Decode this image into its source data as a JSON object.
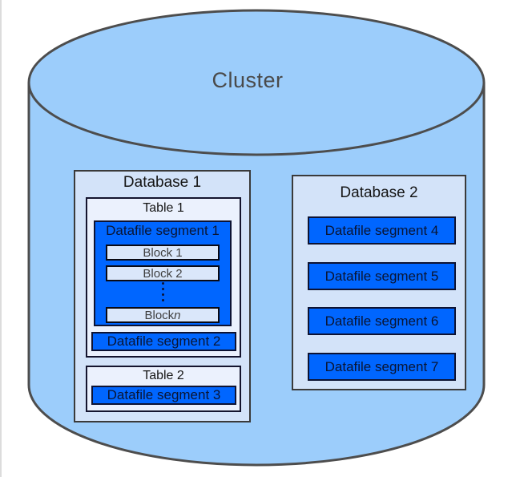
{
  "colors": {
    "canvas_bg": "#ffffff",
    "edge_line": "#dcdcdc",
    "cylinder_fill": "#9ccdfb",
    "cylinder_stroke": "#4d4d4d",
    "database_fill": "#d3e3f9",
    "database_border": "#3a3a3a",
    "table_fill": "#ebf1fd",
    "table_border": "#14142e",
    "segment_fill": "#0066ff",
    "segment_border": "#0d1333",
    "segment_text": "#0a1533",
    "block_fill": "#dae7fa",
    "block_border": "#0a0a14",
    "block_text": "#3f3f3f",
    "title_text": "#151515",
    "cluster_text": "#4a4a4a"
  },
  "cluster": {
    "label": "Cluster"
  },
  "database1": {
    "title": "Database 1",
    "tables": [
      {
        "title": "Table 1",
        "segments": [
          {
            "label": "Datafile segment 1",
            "blocks": [
              {
                "text": "Block 1"
              },
              {
                "text": "Block 2"
              }
            ],
            "block_n": {
              "prefix": "Block ",
              "var": "n"
            }
          },
          {
            "label": "Datafile segment 2"
          }
        ]
      },
      {
        "title": "Table 2",
        "segments": [
          {
            "label": "Datafile segment 3"
          }
        ]
      }
    ]
  },
  "database2": {
    "title": "Database 2",
    "segments": [
      {
        "label": "Datafile segment 4"
      },
      {
        "label": "Datafile segment 5"
      },
      {
        "label": "Datafile segment 6"
      },
      {
        "label": "Datafile segment 7"
      }
    ]
  }
}
